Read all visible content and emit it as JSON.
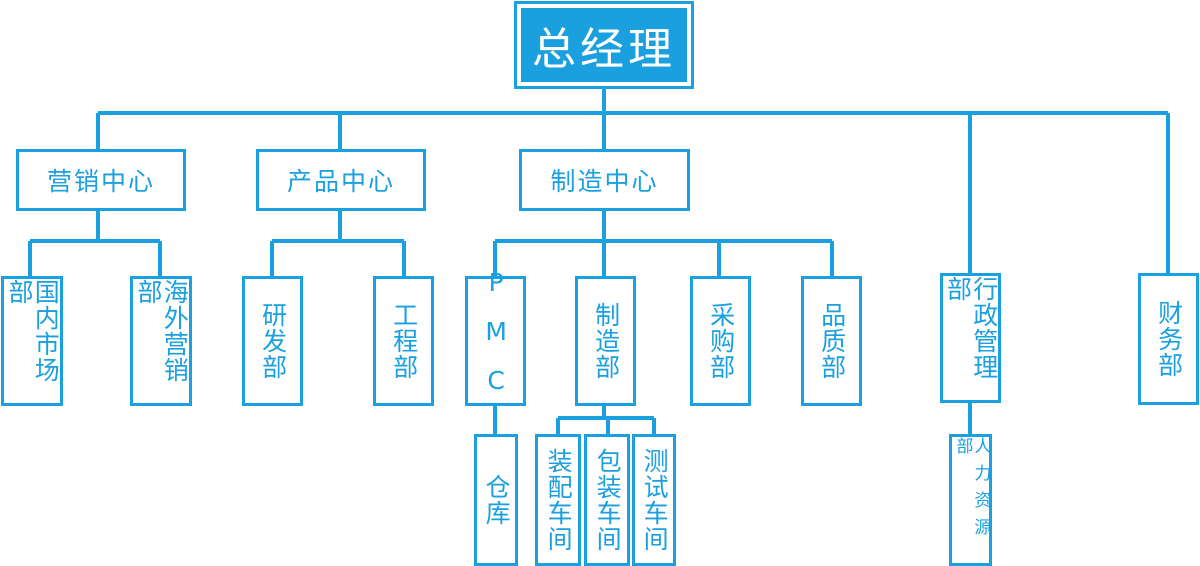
{
  "accent_color": "#1a9fdf",
  "root": {
    "label": "总经理"
  },
  "centers": {
    "marketing": {
      "label": "营销中心"
    },
    "product": {
      "label": "产品中心"
    },
    "manufacturing": {
      "label": "制造中心"
    }
  },
  "departments": {
    "domestic_market": {
      "label": "国内市场部"
    },
    "overseas_marketing": {
      "label": "海外营销部"
    },
    "rnd": {
      "label": "研发部"
    },
    "engineering": {
      "label": "工程部"
    },
    "pmc": {
      "label": "PMC"
    },
    "manufacturing": {
      "label": "制造部"
    },
    "purchasing": {
      "label": "采购部"
    },
    "quality": {
      "label": "品质部"
    },
    "admin": {
      "label": "行政管理部"
    },
    "finance": {
      "label": "财务部"
    }
  },
  "subunits": {
    "warehouse": {
      "label": "仓库"
    },
    "assembly": {
      "label": "装配车间"
    },
    "packaging": {
      "label": "包装车间"
    },
    "testing": {
      "label": "测试车间"
    },
    "hr": {
      "label": "人力资源部"
    }
  }
}
